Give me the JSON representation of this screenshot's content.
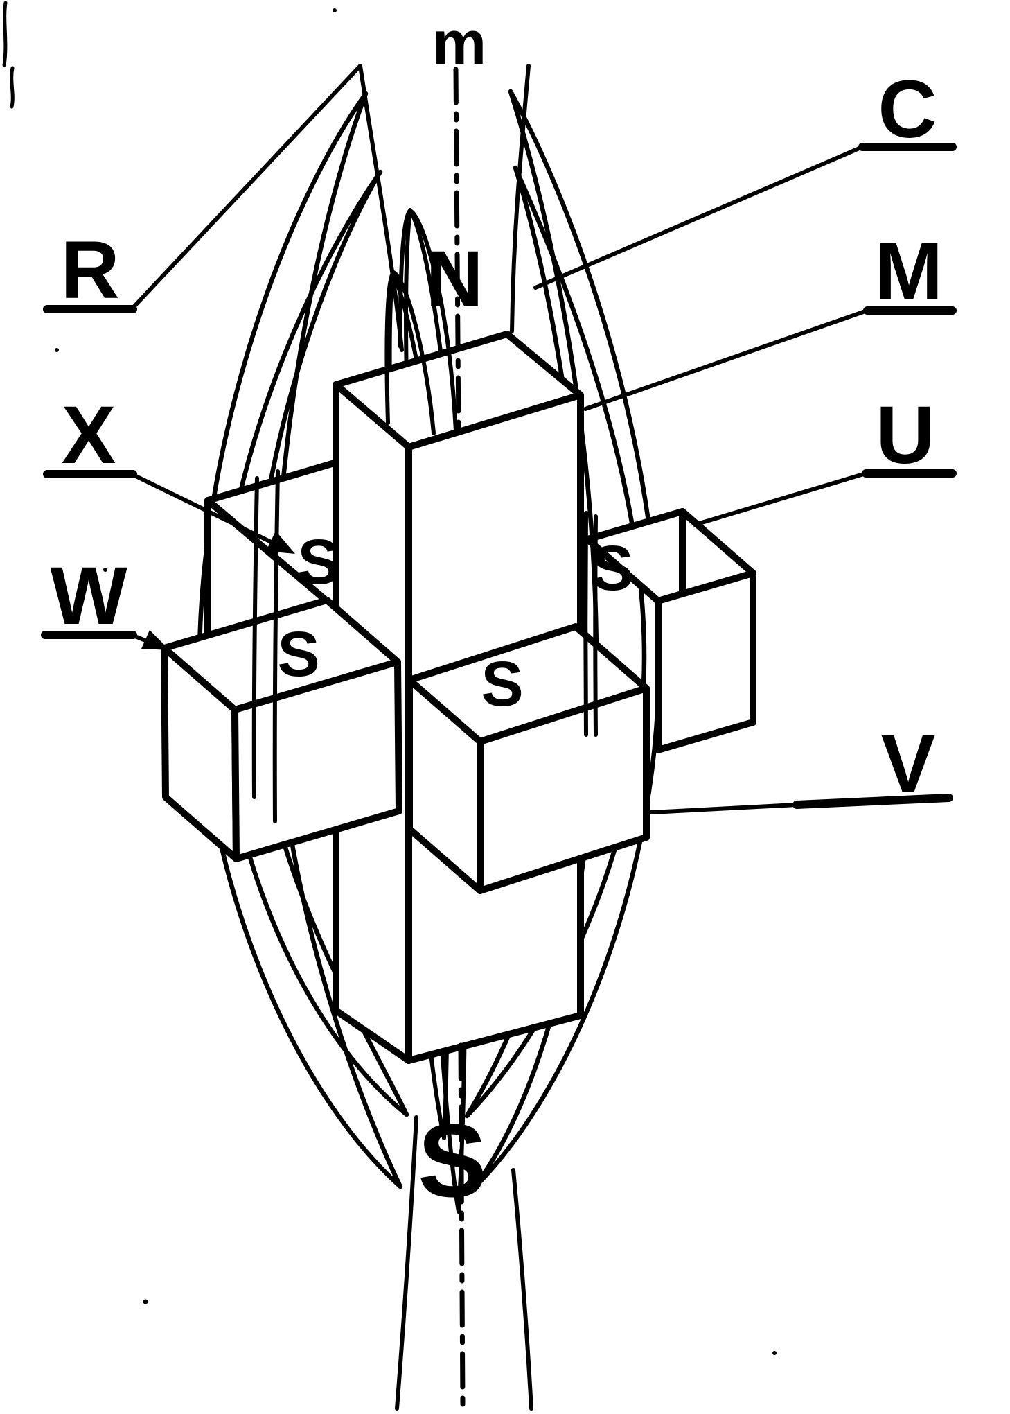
{
  "figure": {
    "colors": {
      "ink": "#000000",
      "paper": "#ffffff",
      "edge_mark": "#c03a2b"
    },
    "axis_label": "m",
    "pole_top_label": "N",
    "pole_bottom_label": "S",
    "reference_labels": {
      "R": "R",
      "C": "C",
      "M": "M",
      "U": "U",
      "X": "X",
      "W": "W",
      "V": "V"
    },
    "pole_face_labels": [
      "S",
      "S",
      "S",
      "S"
    ]
  }
}
